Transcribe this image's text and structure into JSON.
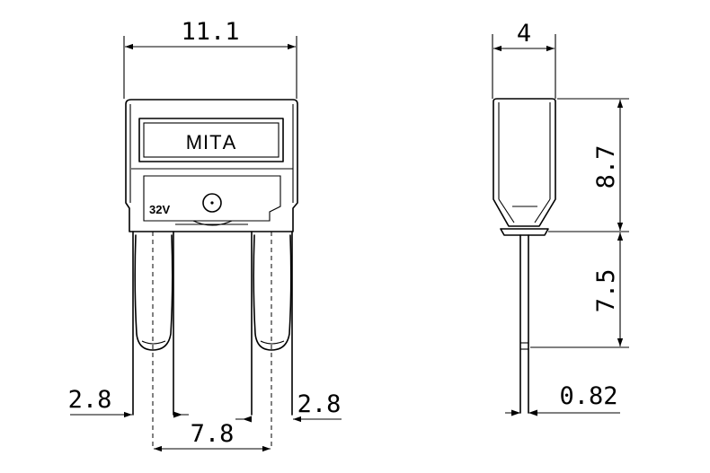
{
  "front_view": {
    "body_marking": "MIТA",
    "voltage_label": "32V",
    "dim_overall_width": "11.1",
    "dim_blade_left": "2.8",
    "dim_blade_right": "2.8",
    "dim_blade_spacing": "7.8"
  },
  "side_view": {
    "dim_thickness": "4",
    "dim_body_height": "8.7",
    "dim_blade_length": "7.5",
    "dim_blade_thickness": "0.82"
  }
}
